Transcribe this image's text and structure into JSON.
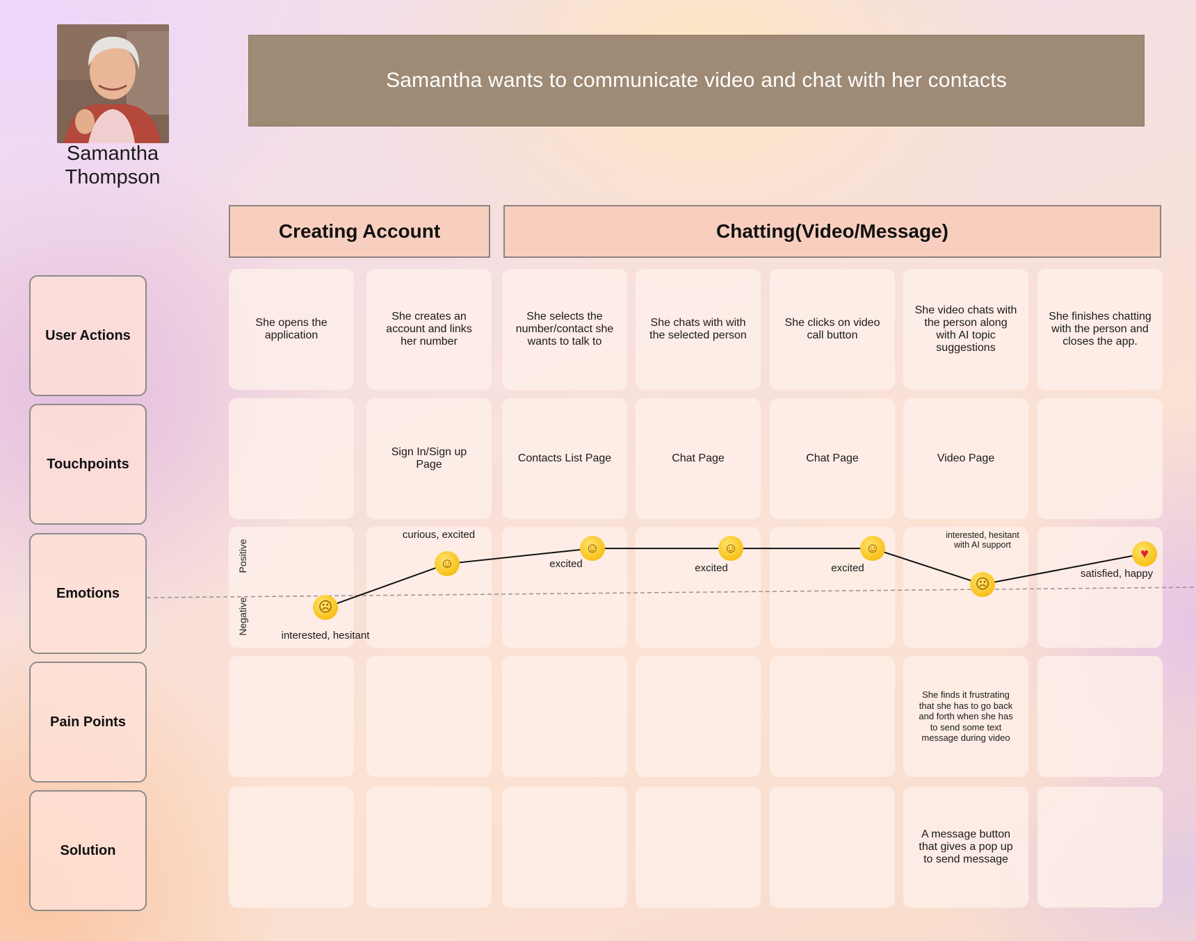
{
  "persona": {
    "name": "Samantha Thompson"
  },
  "banner": {
    "text": "Samantha wants to communicate video and chat with her contacts"
  },
  "phases": [
    "Creating Account",
    "Chatting(Video/Message)"
  ],
  "rows": [
    "User Actions",
    "Touchpoints",
    "Emotions",
    "Pain Points",
    "Solution"
  ],
  "user_actions": [
    "She opens the application",
    "She creates an account and links her number",
    "She selects the number/contact she wants to talk to",
    "She chats with with the selected person",
    "She clicks on video call button",
    "She video chats with the person along with AI topic suggestions",
    "She finishes chatting with the person and closes the app."
  ],
  "touchpoints": [
    "",
    "Sign In/Sign up Page",
    "Contacts List Page",
    "Chat Page",
    "Chat Page",
    "Video Page",
    ""
  ],
  "emotions": {
    "axis": {
      "positive": "Positive",
      "negative": "Negative"
    },
    "labels": [
      "interested, hesitant",
      "curious, excited",
      "excited",
      "excited",
      "excited",
      "interested, hesitant with AI support",
      "satisfied, happy"
    ],
    "icons": [
      "confused-face-icon",
      "happy-face-icon",
      "smiling-face-icon",
      "smiling-face-icon",
      "smiling-face-icon",
      "confused-face-icon",
      "heart-eyes-face-icon"
    ],
    "levels": [
      -0.3,
      0.55,
      0.85,
      0.85,
      0.85,
      0.15,
      0.75
    ]
  },
  "pain_points": [
    "",
    "",
    "",
    "",
    "",
    "She finds it frustrating that she has to go back and forth when she has to send some text message during video",
    ""
  ],
  "solutions": [
    "",
    "",
    "",
    "",
    "",
    "A message button that gives a pop up to send message",
    ""
  ],
  "colors": {
    "banner": "#9e8a75",
    "phase": "#f8cfbf",
    "cell": "#feefe9",
    "emoji": "#f8c11a"
  }
}
